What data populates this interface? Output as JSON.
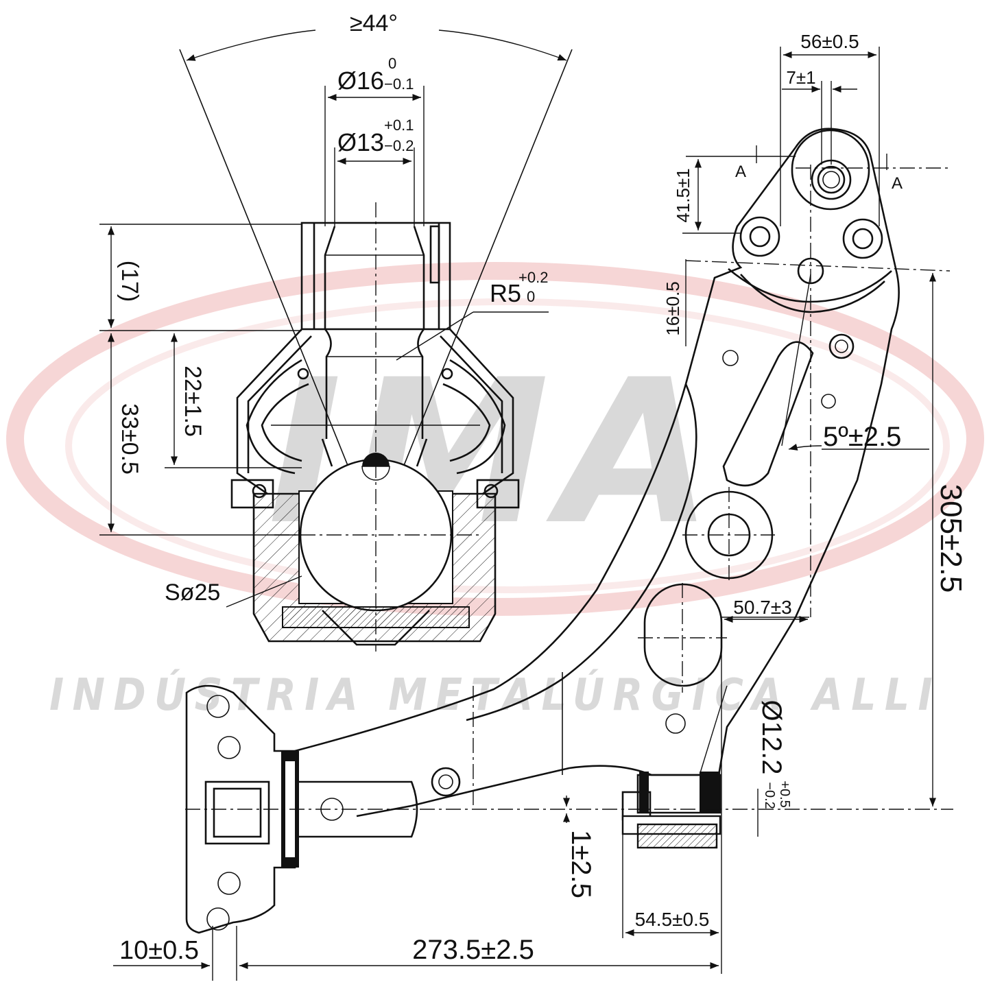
{
  "watermark": {
    "logo_text": "IMA",
    "company": "INDÚSTRIA METALÚRGICA ALLI",
    "ring_color": "#f2c4c4",
    "text_color": "#d9d9d9"
  },
  "ball_joint": {
    "angle": "≥44°",
    "stud_diameter": "Ø16",
    "stud_diameter_tol_upper": "0",
    "stud_diameter_tol_lower": "−0.1",
    "thread_diameter": "Ø13",
    "thread_diameter_tol_upper": "+0.1",
    "thread_diameter_tol_lower": "−0.2",
    "radius": "R5",
    "radius_tol_upper": "+0.2",
    "radius_tol_lower": "0",
    "height_ref": "(17)",
    "height_total": "33±0.5",
    "height_inner": "22±1.5",
    "sphere": "Sø25"
  },
  "arm": {
    "top_width": "56±0.5",
    "offset_small": "7±1",
    "section_label": "A",
    "hole_spacing": "41.5±1",
    "hole_offset": "16±0.5",
    "angle": "5º±2.5",
    "overall_height": "305±2.5",
    "bush_offset": "50.7±3",
    "bush_diameter": "Ø12.2",
    "bush_diameter_tol_upper": "+0.5",
    "bush_diameter_tol_lower": "−0.2",
    "vertical_offset": "1±2.5",
    "bush_length": "54.5±0.5",
    "flange_width": "10±0.5",
    "overall_length": "273.5±2.5"
  }
}
